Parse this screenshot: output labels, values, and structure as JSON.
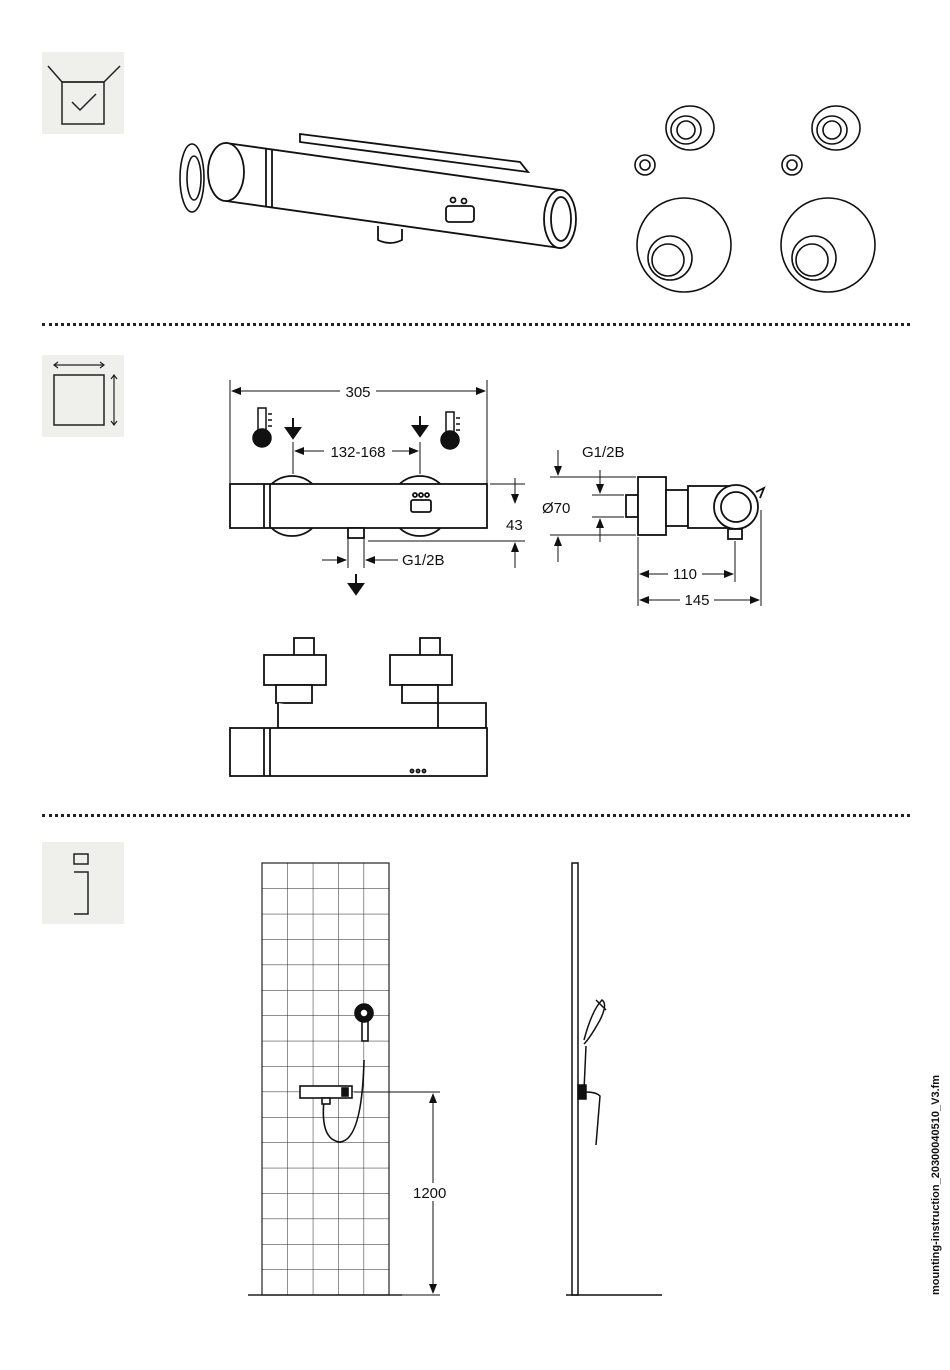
{
  "sections": [
    {
      "id": "scope-of-delivery",
      "icon": "box-check-icon"
    },
    {
      "id": "dimensions",
      "icon": "dimension-square-icon"
    },
    {
      "id": "information",
      "icon": "info-icon"
    }
  ],
  "dimensions": {
    "overall_width": "305",
    "inlet_spacing": "132-168",
    "height": "43",
    "outlet_thread": "G1/2B",
    "inlet_thread": "G1/2B",
    "rosette_diameter": "Ø70",
    "depth_body": "110",
    "depth_total": "145"
  },
  "installation": {
    "mounting_height": "1200"
  },
  "footer": {
    "file_name": "mounting-instruction_20300040510_V3.fm"
  }
}
